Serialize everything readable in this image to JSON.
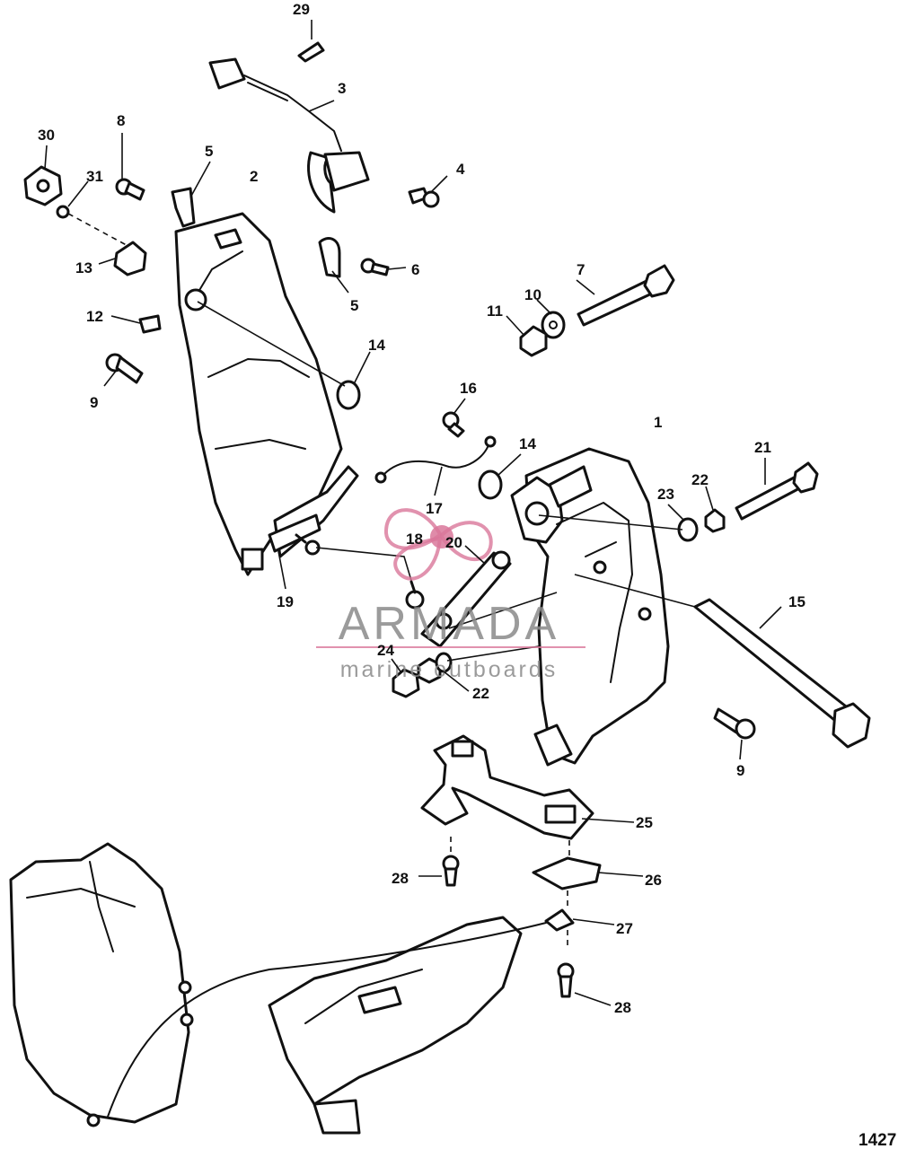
{
  "diagram": {
    "figure_number": "1427",
    "callouts": [
      "1",
      "2",
      "3",
      "4",
      "5",
      "5",
      "6",
      "7",
      "8",
      "9",
      "9",
      "10",
      "11",
      "12",
      "13",
      "14",
      "14",
      "15",
      "16",
      "17",
      "18",
      "19",
      "20",
      "21",
      "22",
      "22",
      "23",
      "24",
      "25",
      "26",
      "27",
      "28",
      "28",
      "29",
      "30",
      "31"
    ]
  },
  "watermark": {
    "brand": "ARMADA",
    "tagline": "marine outboards",
    "colors": {
      "accent": "#d9779a",
      "text": "#8a8a8a"
    }
  }
}
